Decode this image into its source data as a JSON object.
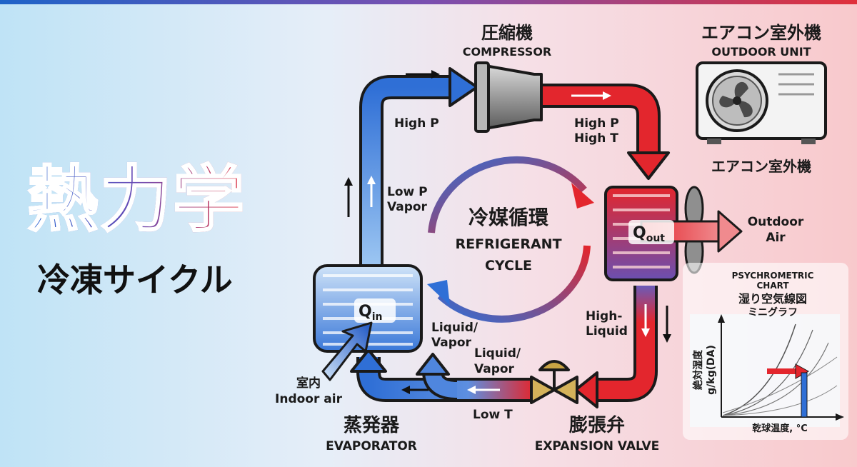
{
  "title": "熱力学",
  "subtitle": "冷凍サイクル",
  "compressor": {
    "jp": "圧縮機",
    "en": "COMPRESSOR"
  },
  "outdoor_unit": {
    "jp": "エアコン室外機",
    "en": "OUTDOOR UNIT",
    "caption": "エアコン室外機"
  },
  "center": {
    "jp": "冷媒循環",
    "en1": "REFRIGERANT",
    "en2": "CYCLE"
  },
  "labels": {
    "high_p": "High P",
    "high_p_high_t_1": "High P",
    "high_p_high_t_2": "High T",
    "low_p_vapor_1": "Low P",
    "low_p_vapor_2": "Vapor",
    "q_out_main": "Q",
    "q_out_sub": "out",
    "q_in_main": "Q",
    "q_in_sub": "in",
    "outdoor_air_1": "Outdoor",
    "outdoor_air_2": "Air",
    "high_liquid_1": "High-",
    "high_liquid_2": "Liquid",
    "liquid_vapor_a1": "Liquid/",
    "liquid_vapor_a2": "Vapor",
    "liquid_vapor_b1": "Liquid/",
    "liquid_vapor_b2": "Vapor",
    "low_t": "Low T",
    "indoor_air_jp": "室内",
    "indoor_air_en": "Indoor air"
  },
  "evaporator": {
    "jp": "蒸発器",
    "en": "EVAPORATOR"
  },
  "expansion_valve": {
    "jp": "膨張弁",
    "en": "EXPANSION VALVE"
  },
  "psychrometric": {
    "title_en1": "PSYCHROMETRIC",
    "title_en2": "CHART",
    "title_jp": "湿り空気線図",
    "subtitle_jp": "ミニグラフ",
    "ylabel_jp": "絶対湿度",
    "ylabel_unit": "g/kg(DA)",
    "xlabel": "乾球温度, °C"
  },
  "colors": {
    "hot": "#e3262d",
    "cold": "#2f6fd6",
    "ink": "#1a1a1a"
  }
}
